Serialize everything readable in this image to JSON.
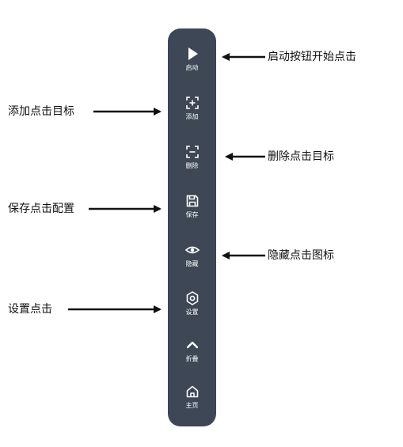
{
  "toolbar": {
    "items": [
      {
        "id": "start",
        "label": "启动",
        "icon": "play-icon"
      },
      {
        "id": "add",
        "label": "添加",
        "icon": "add-target-icon"
      },
      {
        "id": "delete",
        "label": "删除",
        "icon": "remove-target-icon"
      },
      {
        "id": "save",
        "label": "保存",
        "icon": "save-icon"
      },
      {
        "id": "hide",
        "label": "隐藏",
        "icon": "eye-icon"
      },
      {
        "id": "settings",
        "label": "设置",
        "icon": "gear-icon"
      },
      {
        "id": "collapse",
        "label": "折叠",
        "icon": "chevron-up-icon"
      },
      {
        "id": "home",
        "label": "主页",
        "icon": "home-icon"
      }
    ]
  },
  "callouts": {
    "start": "启动按钮开始点击",
    "add": "添加点击目标",
    "delete": "删除点击目标",
    "save": "保存点击配置",
    "hide": "隐藏点击图标",
    "settings": "设置点击"
  },
  "colors": {
    "toolbar_bg": "#3d4756",
    "icon_fg": "#ffffff",
    "text": "#111111",
    "arrow": "#111111"
  }
}
